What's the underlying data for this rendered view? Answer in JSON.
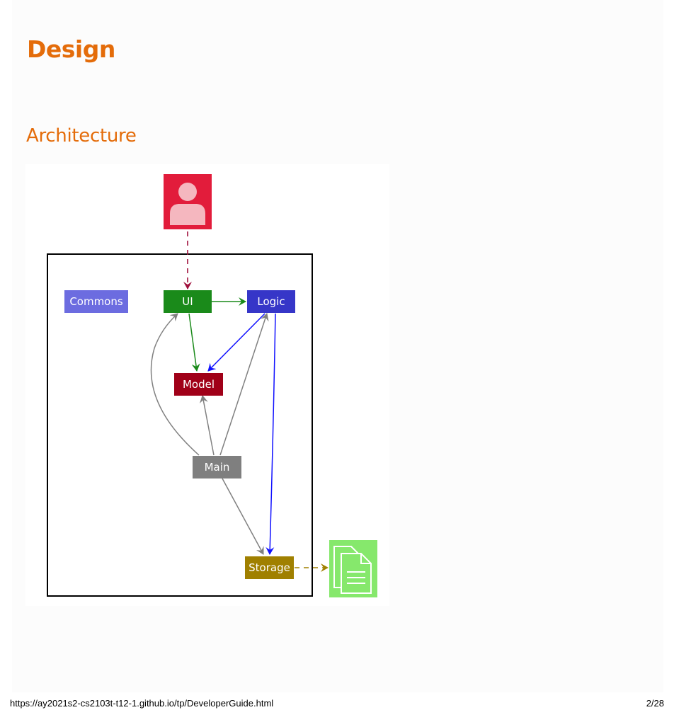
{
  "heading": "Design",
  "subheading": "Architecture",
  "diagram": {
    "components": {
      "commons": "Commons",
      "ui": "UI",
      "logic": "Logic",
      "model": "Model",
      "main": "Main",
      "storage": "Storage"
    },
    "icons": {
      "user": "user-icon",
      "file": "file-icon"
    },
    "colors": {
      "commons": "#6c6ce0",
      "ui": "#1a8a1a",
      "logic": "#3636c8",
      "model": "#a00018",
      "main": "#7f7f7f",
      "storage": "#a08000",
      "user_box": "#e21c3b",
      "file_box": "#86e86c"
    }
  },
  "footer": {
    "url": "https://ay2021s2-cs2103t-t12-1.github.io/tp/DeveloperGuide.html",
    "page": "2/28"
  }
}
